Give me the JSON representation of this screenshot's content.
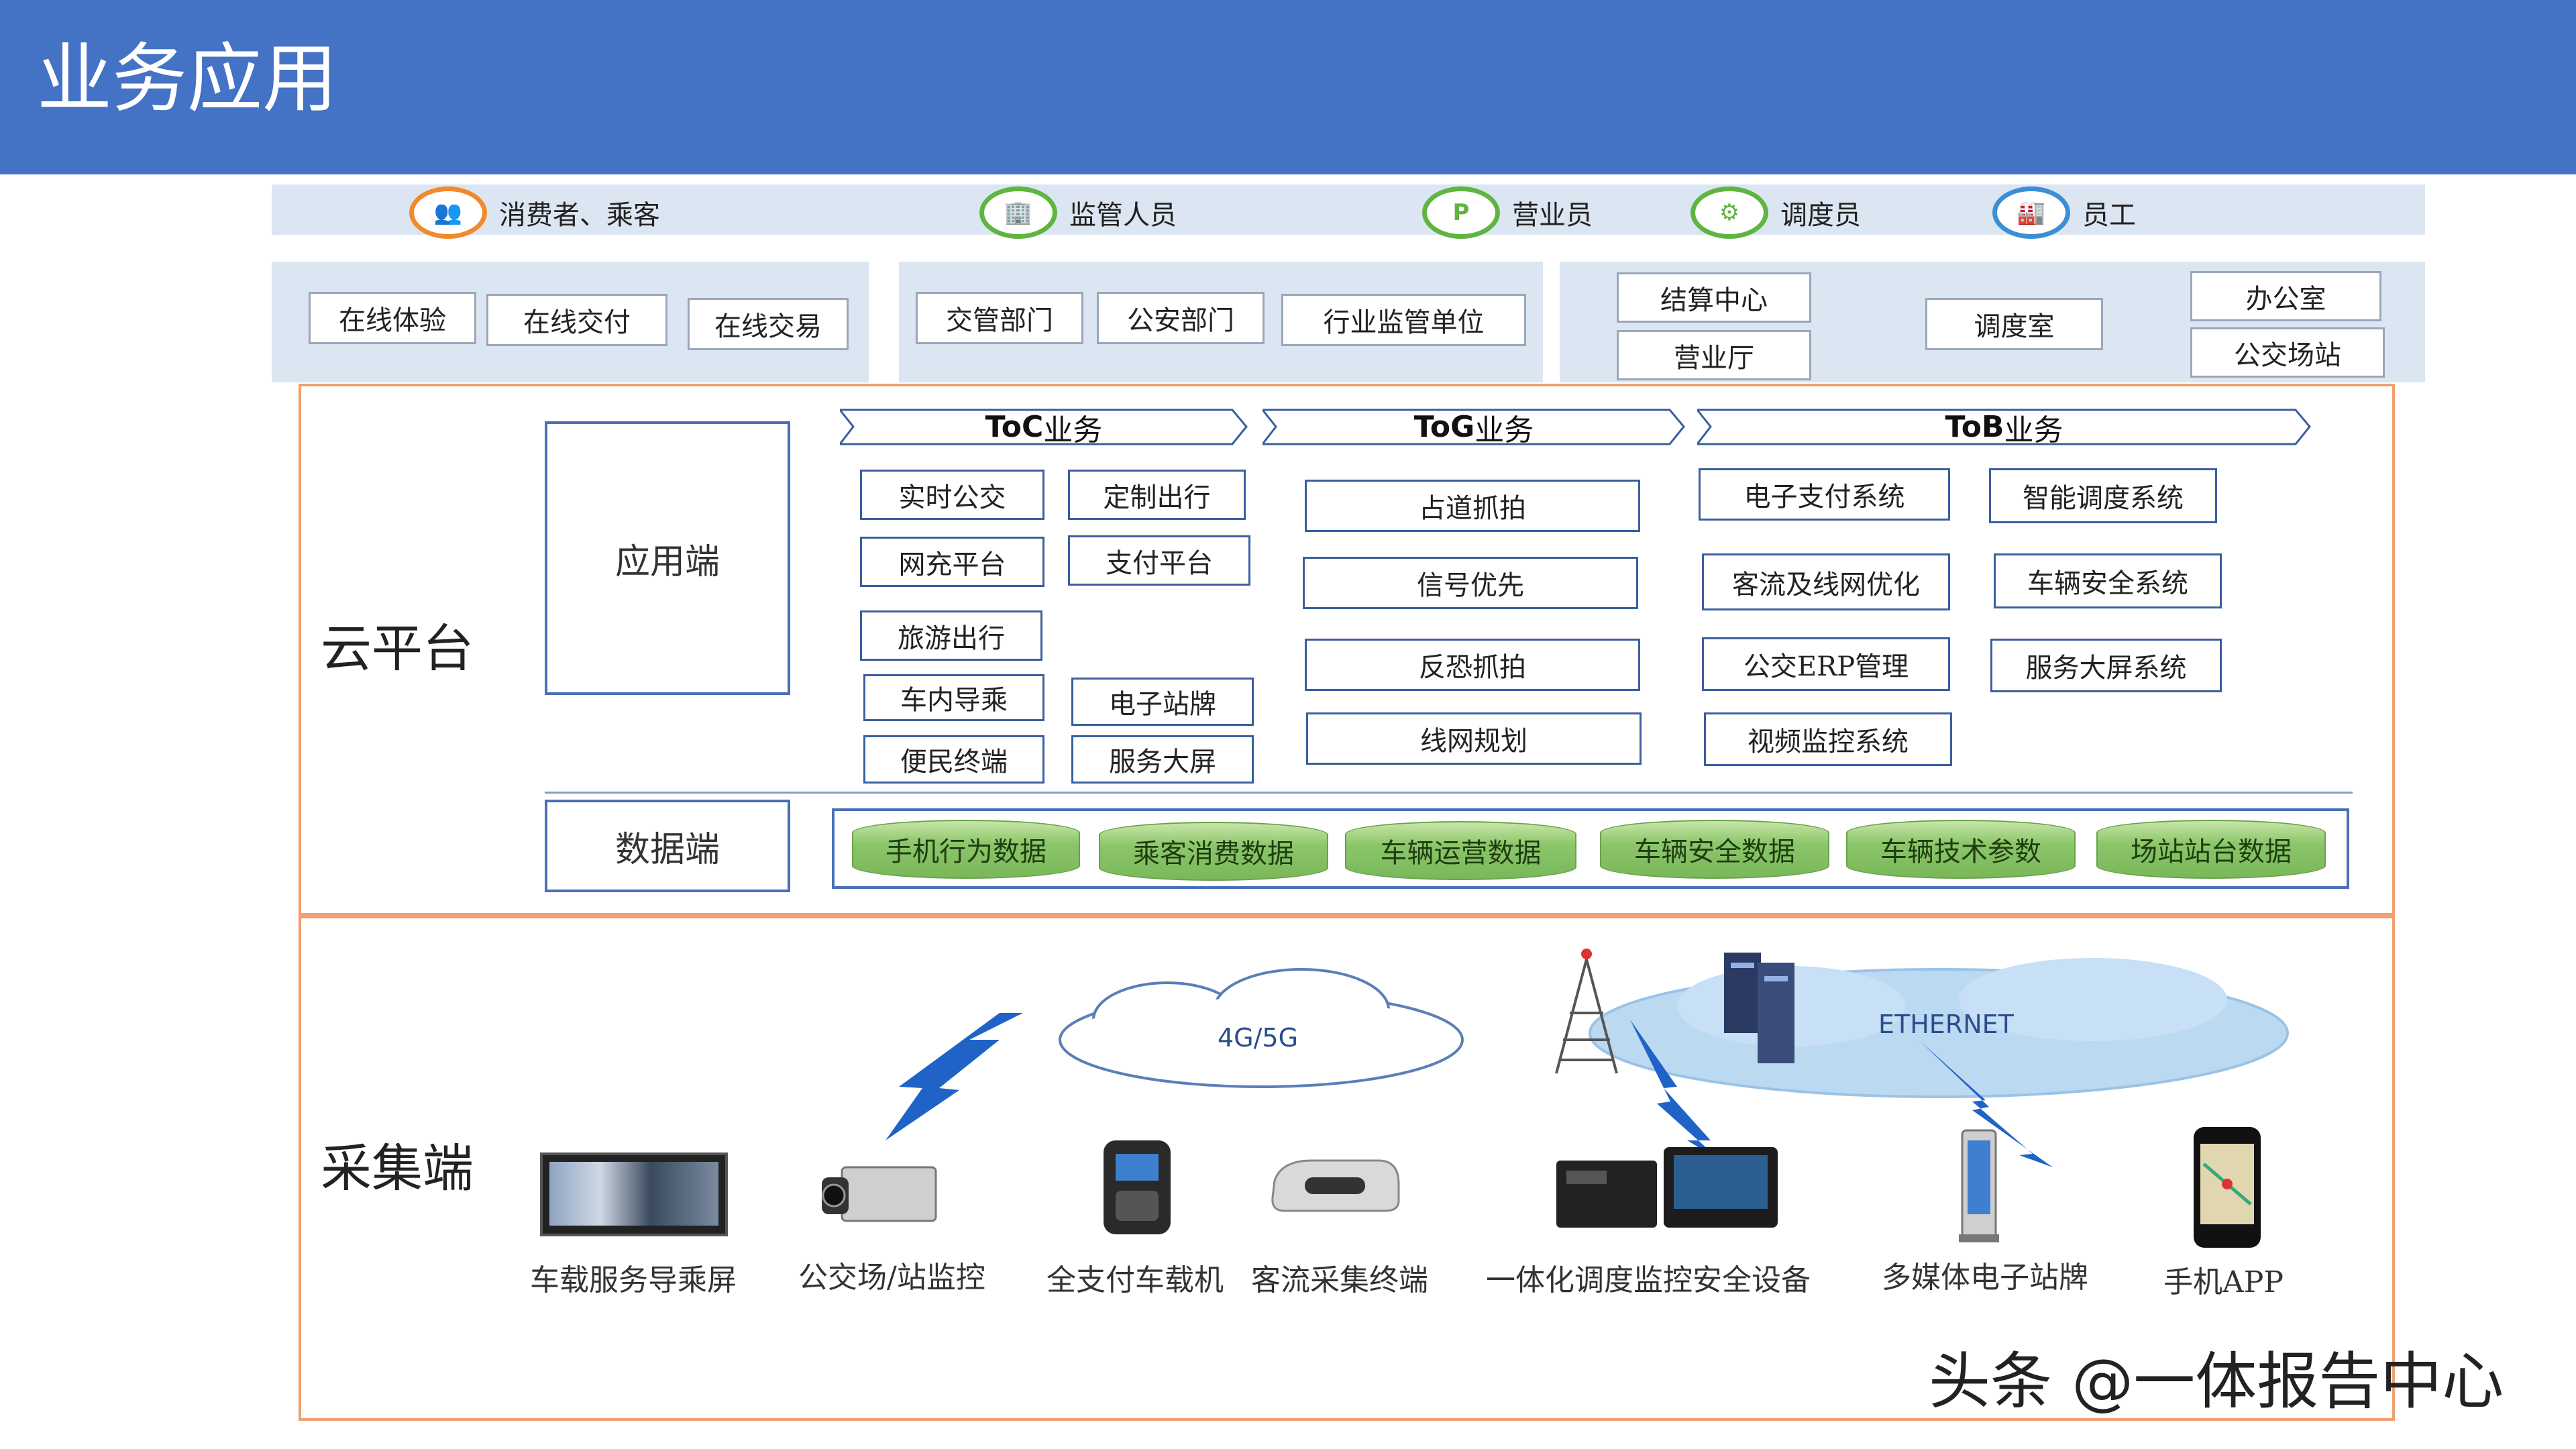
{
  "header": {
    "title": "业务应用"
  },
  "roles": [
    {
      "label": "消费者、乘客",
      "icon": "people-icon",
      "glyph": "👥"
    },
    {
      "label": "监管人员",
      "icon": "building-icon",
      "glyph": "🏢"
    },
    {
      "label": "营业员",
      "icon": "parking-icon",
      "glyph": "P"
    },
    {
      "label": "调度员",
      "icon": "dispatcher-icon",
      "glyph": "⚙"
    },
    {
      "label": "员工",
      "icon": "factory-icon",
      "glyph": "🏭"
    }
  ],
  "audience_groups": {
    "consumer": [
      "在线体验",
      "在线交付",
      "在线交易"
    ],
    "regulator": [
      "交管部门",
      "公安部门",
      "行业监管单位"
    ],
    "business": [
      "结算中心",
      "营业厅",
      "调度室",
      "办公室",
      "公交场站"
    ]
  },
  "cloud": {
    "label": "云平台",
    "app_end": "应用端",
    "data_end": "数据端",
    "toc": {
      "prefix": "ToC",
      "suffix": "业务",
      "items": [
        "实时公交",
        "定制出行",
        "网充平台",
        "支付平台",
        "旅游出行",
        "车内导乘",
        "电子站牌",
        "便民终端",
        "服务大屏"
      ]
    },
    "tog": {
      "prefix": "ToG",
      "suffix": "业务",
      "items": [
        "占道抓拍",
        "信号优先",
        "反恐抓拍",
        "线网规划"
      ]
    },
    "tob": {
      "prefix": "ToB",
      "suffix": "业务",
      "items": [
        "电子支付系统",
        "智能调度系统",
        "客流及线网优化",
        "车辆安全系统",
        "公交ERP管理",
        "服务大屏系统",
        "视频监控系统"
      ]
    },
    "data_items": [
      "手机行为数据",
      "乘客消费数据",
      "车辆运营数据",
      "车辆安全数据",
      "车辆技术参数",
      "场站站台数据"
    ]
  },
  "collect": {
    "label": "采集端",
    "network_4g": "4G/5G",
    "network_eth": "ETHERNET",
    "devices": [
      "车载服务导乘屏",
      "公交场/站监控",
      "全支付车载机",
      "客流采集终端",
      "一体化调度监控安全设备",
      "多媒体电子站牌",
      "手机APP"
    ]
  },
  "watermark": "头条 @一体报告中心",
  "colors": {
    "header": "#4472c4",
    "band": "#dce6f2",
    "frame": "#f0a070",
    "data_green": "#8cc66a",
    "accent_blue": "#3a8fd6"
  }
}
